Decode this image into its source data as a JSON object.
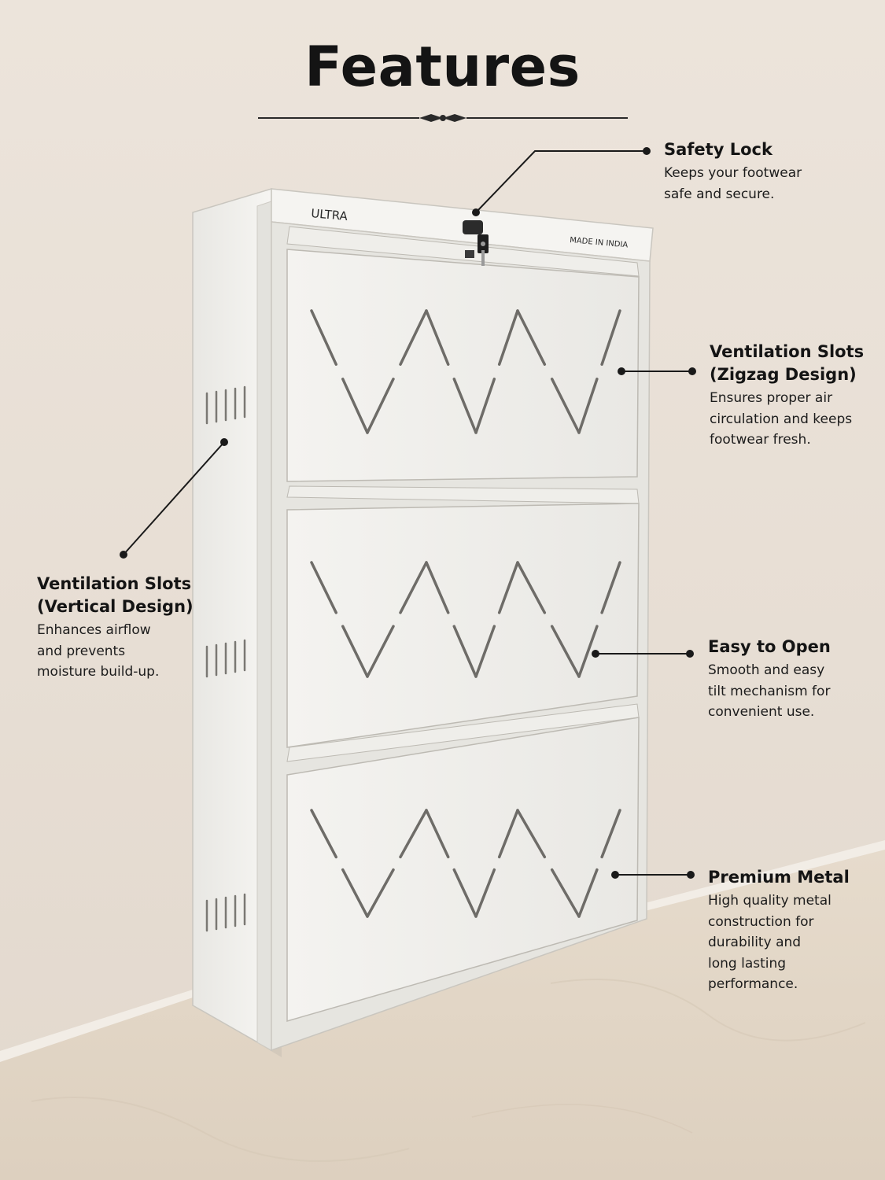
{
  "page": {
    "title": "Features",
    "palette": {
      "wall": "#e8dfd5",
      "floor": "#e3d7c7",
      "cabinet": "#f1f0ec",
      "text": "#141414"
    }
  },
  "product": {
    "brand": "ULTRA",
    "origin": "MADE IN INDIA"
  },
  "features": [
    {
      "title": "Safety Lock",
      "description": [
        "Keeps your footwear",
        "safe and secure."
      ],
      "icon": "lock-icon"
    },
    {
      "title": [
        "Ventilation Slots",
        "(Zigzag Design)"
      ],
      "description": [
        "Ensures proper air",
        "circulation and keeps",
        "footwear fresh."
      ]
    },
    {
      "title": [
        "Ventilation Slots",
        "(Vertical Design)"
      ],
      "description": [
        "Enhances airflow",
        "and prevents",
        "moisture build-up."
      ]
    },
    {
      "title": "Easy to Open",
      "description": [
        "Smooth and easy",
        "tilt mechanism for",
        "convenient use."
      ]
    },
    {
      "title": "Premium Metal",
      "description": [
        "High quality metal",
        "construction for",
        "durability and",
        "long lasting",
        "performance."
      ]
    }
  ]
}
